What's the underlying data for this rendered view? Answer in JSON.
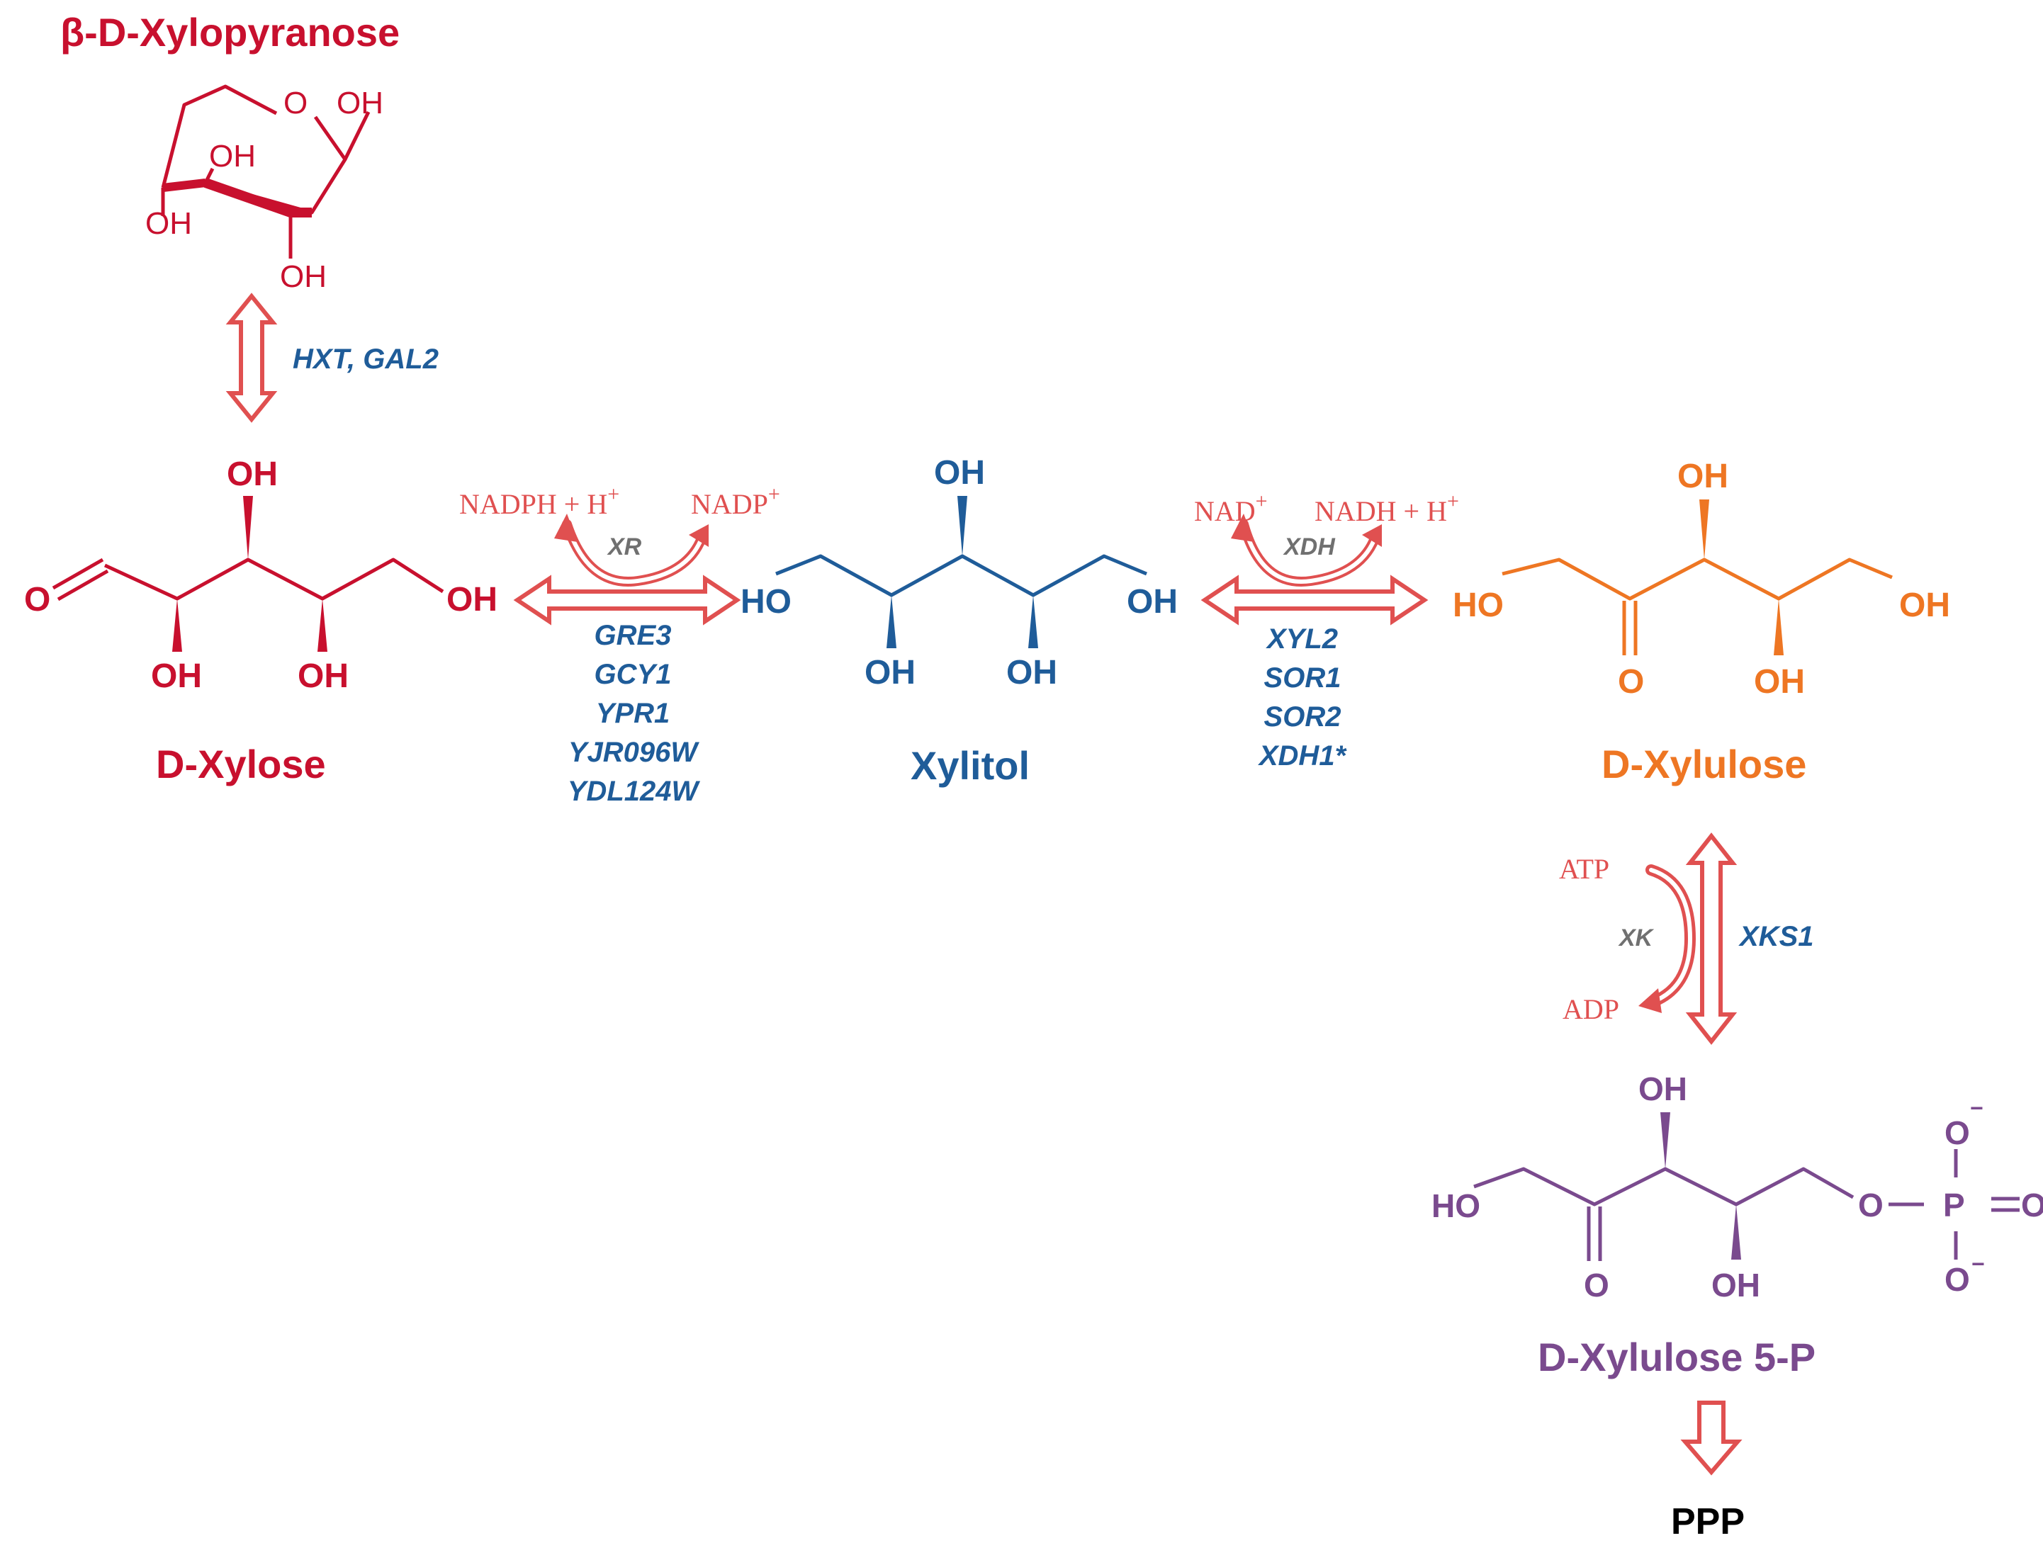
{
  "colors": {
    "xylose": "#C8102E",
    "xylitol": "#1F5C99",
    "xylulose": "#EE7623",
    "xylulose5p": "#7A4A8E",
    "arrow": "#E05050",
    "gene": "#1F5C99",
    "enzyme": "#707070",
    "ppp": "#000000"
  },
  "compounds": {
    "pyranose": {
      "name": "β-D-Xylopyranose",
      "oh_anomeric": "OH",
      "oh_c2": "OH",
      "oh_c3": "OH",
      "oh_c4": "OH",
      "ring_o": "O"
    },
    "xylose": {
      "name": "D-Xylose",
      "aldehyde_o": "O",
      "oh_top": "OH",
      "oh_bottom_left": "OH",
      "oh_bottom_right": "OH",
      "oh_end": "OH"
    },
    "xylitol": {
      "name": "Xylitol",
      "ho_start": "HO",
      "oh_top": "OH",
      "oh_bottom_left": "OH",
      "oh_bottom_right": "OH",
      "oh_end": "OH"
    },
    "xylulose": {
      "name": "D-Xylulose",
      "ho_start": "HO",
      "keto_o": "O",
      "oh_top": "OH",
      "oh_bottom": "OH",
      "oh_end": "OH"
    },
    "xylulose5p": {
      "name": "D-Xylulose 5-P",
      "ho_start": "HO",
      "keto_o": "O",
      "oh_top": "OH",
      "oh_bottom": "OH",
      "ester_o": "O",
      "p": "P",
      "o_top": "O",
      "o_right": "O",
      "o_bottom": "O",
      "minus": "−"
    },
    "ppp": "PPP"
  },
  "reactions": {
    "transport": {
      "genes": "HXT, GAL2"
    },
    "xr": {
      "enzyme": "XR",
      "cofactor_in": "NADPH + H",
      "cofactor_out": "NADP",
      "plus": "+",
      "genes": [
        "GRE3",
        "GCY1",
        "YPR1",
        "YJR096W",
        "YDL124W"
      ]
    },
    "xdh": {
      "enzyme": "XDH",
      "cofactor_in": "NAD",
      "cofactor_out": "NADH + H",
      "plus": "+",
      "genes": [
        "XYL2",
        "SOR1",
        "SOR2",
        "XDH1*"
      ]
    },
    "xk": {
      "enzyme": "XK",
      "cofactor_in": "ATP",
      "cofactor_out": "ADP",
      "genes": "XKS1"
    }
  }
}
